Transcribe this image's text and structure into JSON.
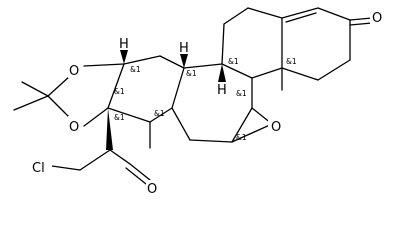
{
  "structure": {
    "atoms": {
      "oxygen_ketone": "O",
      "oxygen_acetal_upper": "O",
      "oxygen_acetal_lower": "O",
      "oxygen_epoxide": "O",
      "oxygen_side_chain": "O",
      "chlorine": "Cl",
      "hydrogen_c14": "H",
      "hydrogen_c16": "H",
      "hydrogen_c8": "H"
    },
    "stereo_label": "&1"
  }
}
